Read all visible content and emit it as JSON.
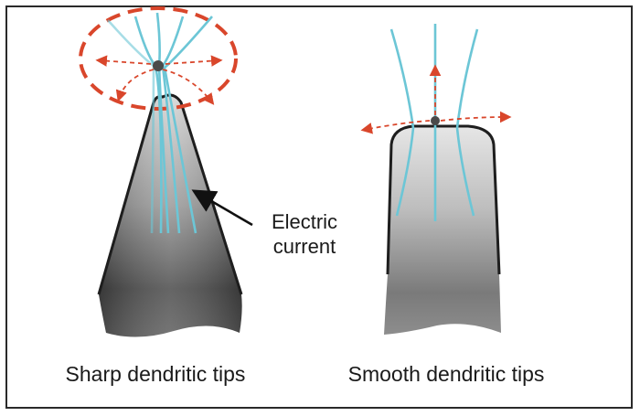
{
  "diagram": {
    "annotation": {
      "line1": "Electric",
      "line2": "current"
    },
    "captions": {
      "left": "Sharp dendritic tips",
      "right": "Smooth dendritic tips"
    },
    "colors": {
      "current_lines": "#6cc6d6",
      "field_dashes": "#d9462b",
      "dendrite_dark": "#3c3c3c",
      "dendrite_light": "#d8d8d8",
      "outline": "#1e1e1e",
      "arrow": "#111111"
    }
  }
}
